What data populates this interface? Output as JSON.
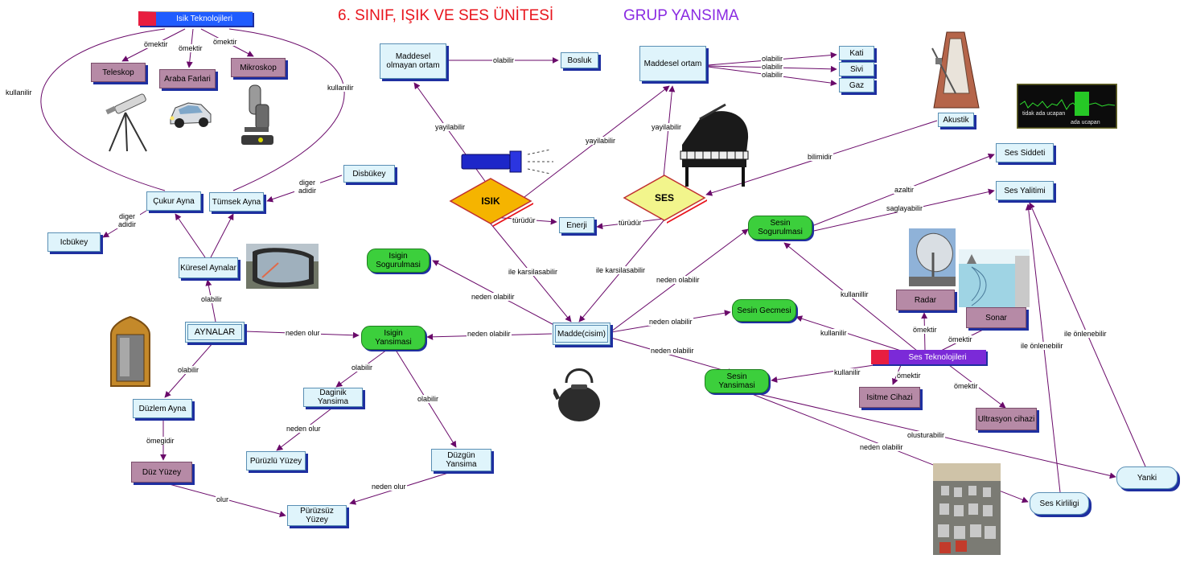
{
  "title": "6. SINIF, IŞIK VE SES ÜNİTESİ",
  "group": "GRUP YANSIMA",
  "nodes": {
    "isik_teknolojileri": "Isik Teknolojileri",
    "teleskop": "Teleskop",
    "araba_farlari": "Araba Farlari",
    "mikroskop": "Mikroskop",
    "maddesel_olmayan": "Maddesel olmayan ortam",
    "bosluk": "Bosluk",
    "maddesel_ortam": "Maddesel ortam",
    "kati": "Kati",
    "sivi": "Sivi",
    "gaz": "Gaz",
    "akustik": "Akustik",
    "disbukey": "Disbükey",
    "cukur_ayna": "Çukur Ayna",
    "tumsek_ayna": "Tümsek Ayna",
    "icbukey": "Icbükey",
    "isik": "ISIK",
    "ses": "SES",
    "enerji": "Enerji",
    "ses_siddeti": "Ses Siddeti",
    "ses_yalitimi": "Ses Yalitimi",
    "sesin_sogurulmasi": "Sesin Sogurulmasi",
    "isigin_sogurulmasi": "Isigin Sogurulmasi",
    "kuresel_aynalar": "Küresel Aynalar",
    "radar": "Radar",
    "sonar": "Sonar",
    "sesin_gecmesi": "Sesin Gecmesi",
    "aynalar": "AYNALAR",
    "isigin_yansimasi": "Isigin Yansimasi",
    "madde": "Madde(cisim)",
    "ses_teknolojileri": "Ses Teknolojileri",
    "sesin_yansimasi": "Sesin Yansimasi",
    "isitme_cihazi": "Isitme Cihazi",
    "ultrasyon_cihazi": "Ultrasyon cihazi",
    "daginik_yansima": "Daginik Yansima",
    "duzlem_ayna": "Düzlem Ayna",
    "duzgun_yansima": "Düzgün Yansima",
    "puruzlu_yuzey": "Pürüzlü Yüzey",
    "duz_yuzey": "Düz Yüzey",
    "puruzsuz_yuzey": "Pürüzsüz Yüzey",
    "yanki": "Yanki",
    "ses_kirliligi": "Ses Kirliligi"
  },
  "edge_labels": {
    "omektir_tel": "ömektir",
    "omektir_araba": "ömektir",
    "omektir_mik": "ömektir",
    "kullanilir_left": "kullanilir",
    "kullanilir_right": "kullanilir",
    "olabilir_bosluk": "olabilir",
    "olabilir_kati": "olabilir",
    "olabilir_sivi": "olabilir",
    "olabilir_gaz": "olabilir",
    "yayilabilir_1": "yayilabilir",
    "yayilabilir_2": "yayilabilir",
    "yayilabilir_3": "yayilabilir",
    "bilimidir": "bilimidir",
    "diger_adidir_1": "diger adidir",
    "diger_adidir_2": "diger adidir",
    "turudur_1": "türüdür",
    "turudur_2": "türüdür",
    "azaltir": "azaltir",
    "saglayabilir": "saglayabilir",
    "ile_karsilasabilir_1": "ile karsilasabilir",
    "ile_karsilasabilir_2": "ile karsilasabilir",
    "neden_olabilir_sog": "neden olabilir",
    "kullanillir_sog": "kullanillir",
    "neden_olabilir_isig": "neden olabilir",
    "olabilir_kuresel": "olabilir",
    "neden_olabilir_gec": "neden olabilir",
    "kullanilir_gec": "kullanilir",
    "neden_olur_aynalar": "neden olur",
    "neden_olabilir_yans": "neden olabilir",
    "omektir_radar": "ömektir",
    "omektir_sonar": "ömektir",
    "neden_olabilir_syans": "neden olabilir",
    "kullanilir_syans": "kullanilir",
    "omektir_isitme": "ömektir",
    "omektir_ultra": "ömektir",
    "olabilir_daginik": "olabilir",
    "olabilir_duzlem": "olabilir",
    "olabilir_duzgun": "olabilir",
    "ile_onlenebilir_1": "ile önlenebilir",
    "ile_onlenebilir_2": "ile önlenebilir",
    "neden_olur_puruzlu": "neden olur",
    "omegidir": "ömegidir",
    "olusturabilir": "olusturabilir",
    "neden_olur_duzgun": "neden olur",
    "neden_olabilir_kirl": "neden olabilir",
    "olur": "olur"
  },
  "pictures": {
    "telescope": "telescope-icon",
    "car": "car-icon",
    "microscope": "microscope-icon",
    "flashlight": "flashlight-icon",
    "piano": "piano-icon",
    "metronome": "metronome-icon",
    "waveform": "waveform-image",
    "waveform_caption_1": "tidak ada ucapan",
    "waveform_caption_2": "ada ucapan",
    "car_mirror": "car-mirror-photo",
    "mirror": "ornate-mirror-icon",
    "teapot": "teapot-icon",
    "radar_dish": "radar-dish-photo",
    "sonar_img": "sonar-diagram",
    "traffic": "traffic-photo"
  },
  "colors": {
    "title": "#e8141c",
    "group": "#8a2be2",
    "arrow": "#6a0a6a",
    "isik_fill": "#f5b400",
    "ses_fill": "#f2f58c",
    "green_node": "#3ccf3c",
    "mauve_node": "#b68aa6"
  }
}
